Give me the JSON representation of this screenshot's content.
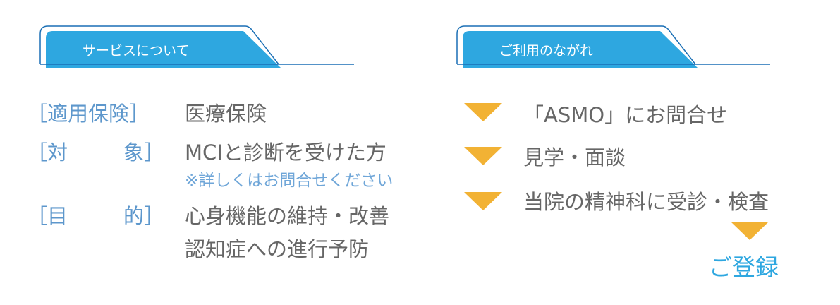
{
  "colors": {
    "tab_fill": "#2ea7e0",
    "tab_outline": "#1a6fb5",
    "label": "#5d97cc",
    "text": "#666666",
    "arrow": "#f2b234"
  },
  "service": {
    "title": "サービスについて",
    "rows": [
      {
        "label_left": "［適用保険］",
        "label_right": "",
        "value": "医療保険"
      },
      {
        "label_left": "［対",
        "label_right": "象］",
        "value": "MCIと診断を受けた方",
        "note": "※詳しくはお問合せください"
      },
      {
        "label_left": "［目",
        "label_right": "的］",
        "value": "心身機能の維持・改善",
        "value2": "認知症への進行予防"
      }
    ]
  },
  "flow": {
    "title": "ご利用のながれ",
    "steps": [
      "「ASMO」にお問合せ",
      "見学・面談",
      "当院の精神科に受診・検査"
    ],
    "final": "ご登録"
  }
}
